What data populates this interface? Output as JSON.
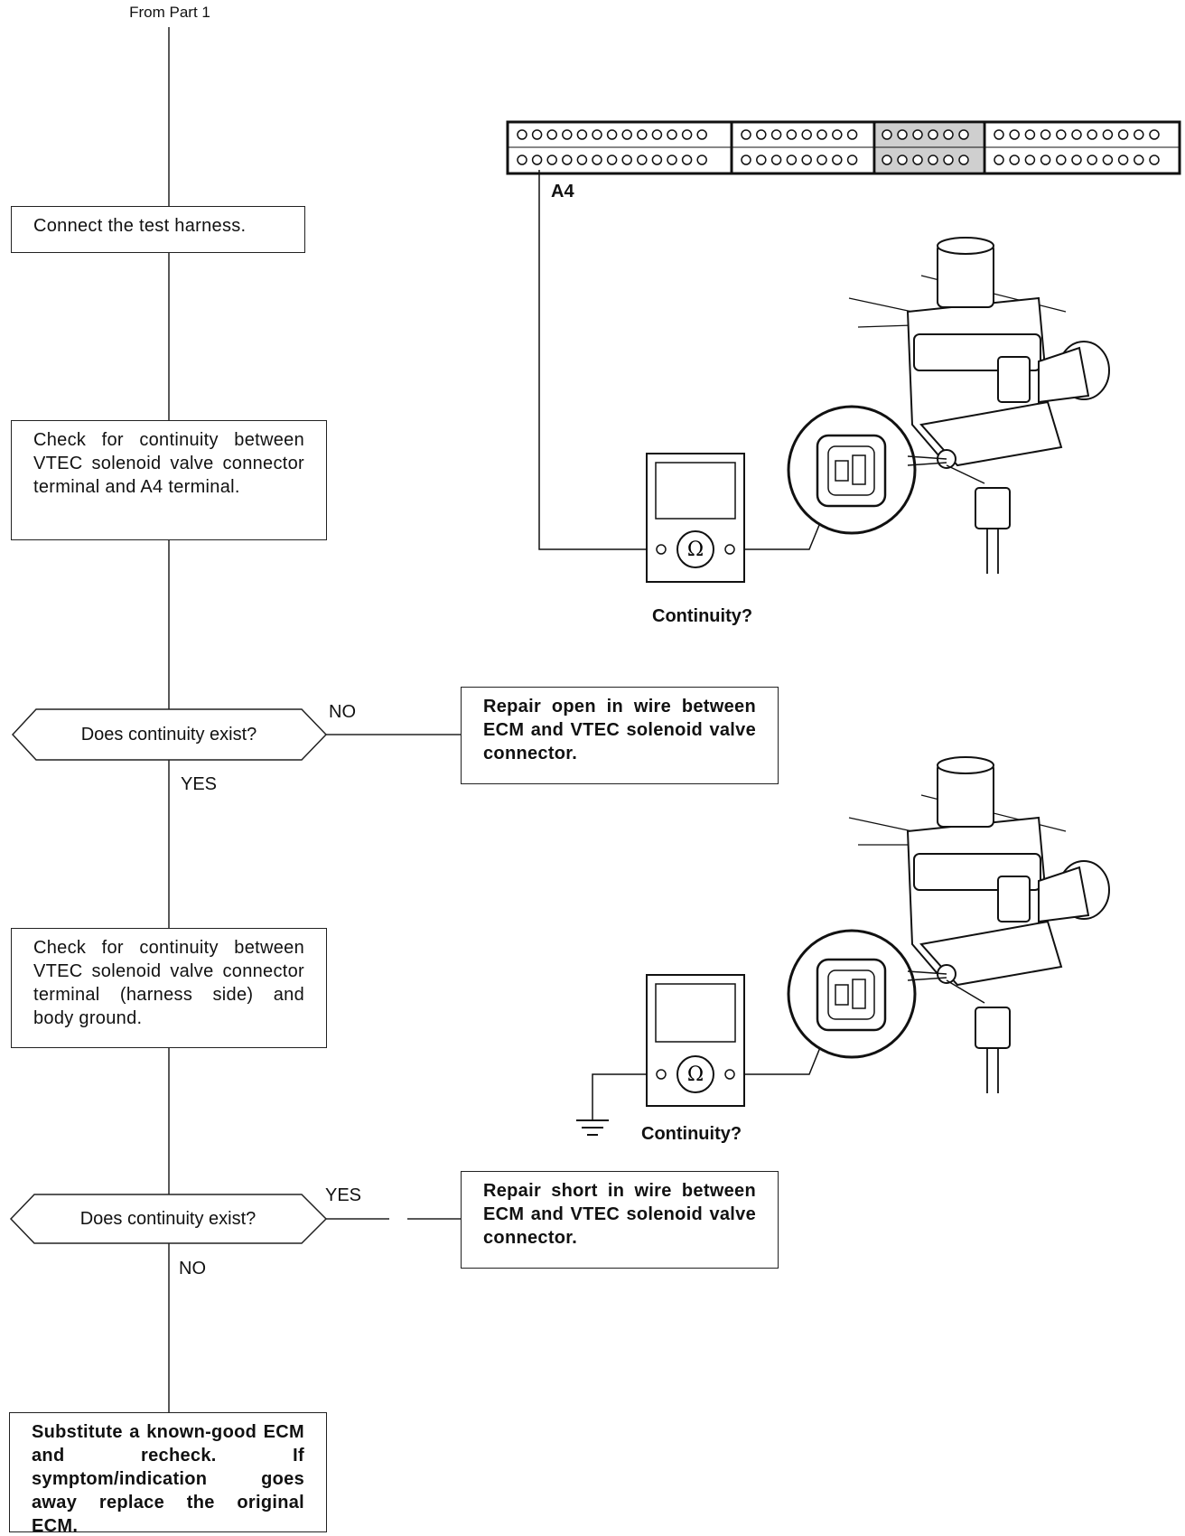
{
  "diagram": {
    "top_label": "From Part 1",
    "step1": "Connect the test harness.",
    "step2": "Check for continuity between VTEC solenoid valve connector terminal and A4 terminal.",
    "decision1": "Does continuity exist?",
    "decision1_no": "NO",
    "decision1_yes": "YES",
    "result1": "Repair open in wire between ECM and VTEC solenoid valve connector.",
    "step3": "Check for continuity between VTEC solenoid valve connector terminal (harness side) and body ground.",
    "decision2": "Does continuity exist?",
    "decision2_yes": "YES",
    "decision2_no": "NO",
    "result2": "Repair short in wire between ECM and VTEC solenoid valve connector.",
    "step4": "Substitute a known-good ECM and recheck. If symptom/indication goes away replace the original ECM.",
    "terminal_label": "A4",
    "caption1": "Continuity?",
    "caption2": "Continuity?",
    "meter_symbol": "Ω"
  }
}
